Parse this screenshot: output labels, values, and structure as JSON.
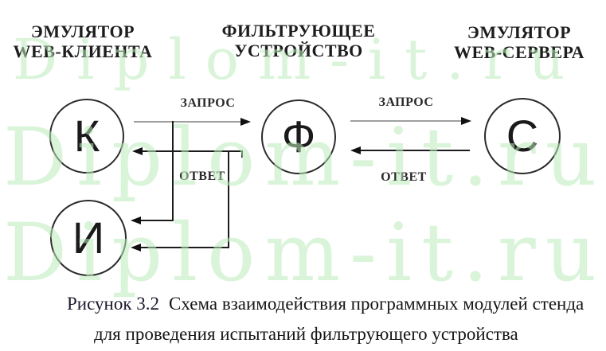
{
  "columns": [
    {
      "line1": "ЭМУЛЯТОР",
      "line2": "WEB-КЛИЕНТА"
    },
    {
      "line1": "ФИЛЬТРУЮЩЕЕ",
      "line2": "УСТРОЙСТВО"
    },
    {
      "line1": "ЭМУЛЯТОР",
      "line2": "WEB-СЕРВЕРА"
    }
  ],
  "nodes": {
    "client": {
      "letter": "К"
    },
    "filter": {
      "letter": "Ф"
    },
    "server": {
      "letter": "С"
    },
    "tester": {
      "letter": "И"
    }
  },
  "labels": {
    "request_left": "ЗАПРОС",
    "request_right": "ЗАПРОС",
    "response_left": "ОТВЕТ",
    "response_right": "ОТВЕТ"
  },
  "caption": {
    "prefix": "Рисунок 3.2",
    "line1": "Схема взаимодействия программных модулей стенда",
    "line2": "для проведения испытаний фильтрующего устройства"
  },
  "watermark": {
    "text": "Diplom-it.ru"
  },
  "colors": {
    "watermark_green": "#d9f4d9",
    "line_black": "#1c1c1c",
    "request_line_gray": "#9f9f9f",
    "text_black": "#1d1d1d"
  }
}
